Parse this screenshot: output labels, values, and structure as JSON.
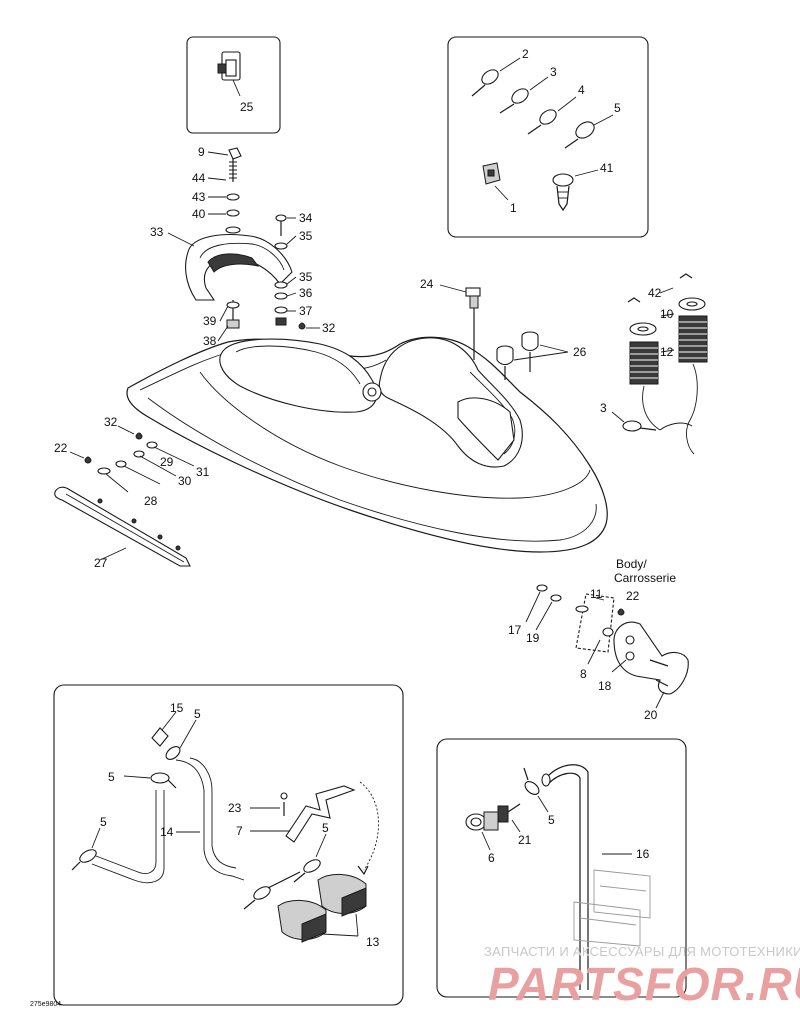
{
  "diagram": {
    "drawing_code": "275e9804",
    "body_label_line1": "Body/",
    "body_label_line2": "Carrosserie",
    "watermark_line1": "ЗАПЧАСТИ И АКСЕССУАРЫ ДЛЯ МОТОТЕХНИКИ",
    "watermark_line2": "PARTSFOR.RU",
    "callouts": {
      "c25": "25",
      "c2": "2",
      "c3a": "3",
      "c4": "4",
      "c5a": "5",
      "c41": "41",
      "c1": "1",
      "c9": "9",
      "c44": "44",
      "c43": "43",
      "c40": "40",
      "c33": "33",
      "c34": "34",
      "c35a": "35",
      "c35b": "35",
      "c36": "36",
      "c37": "37",
      "c32a": "32",
      "c39": "39",
      "c38": "38",
      "c24": "24",
      "c26": "26",
      "c42": "42",
      "c10": "10",
      "c12": "12",
      "c3b": "3",
      "c32b": "32",
      "c22a": "22",
      "c29": "29",
      "c31": "31",
      "c30": "30",
      "c28": "28",
      "c27": "27",
      "c11": "11",
      "c22b": "22",
      "c17": "17",
      "c19": "19",
      "c8": "8",
      "c18": "18",
      "c20": "20",
      "c15": "15",
      "c5b": "5",
      "c5c": "5",
      "c14": "14",
      "c5d": "5",
      "c23": "23",
      "c7": "7",
      "c5e": "5",
      "c13": "13",
      "c21": "21",
      "c5f": "5",
      "c6": "6",
      "c16": "16"
    }
  }
}
